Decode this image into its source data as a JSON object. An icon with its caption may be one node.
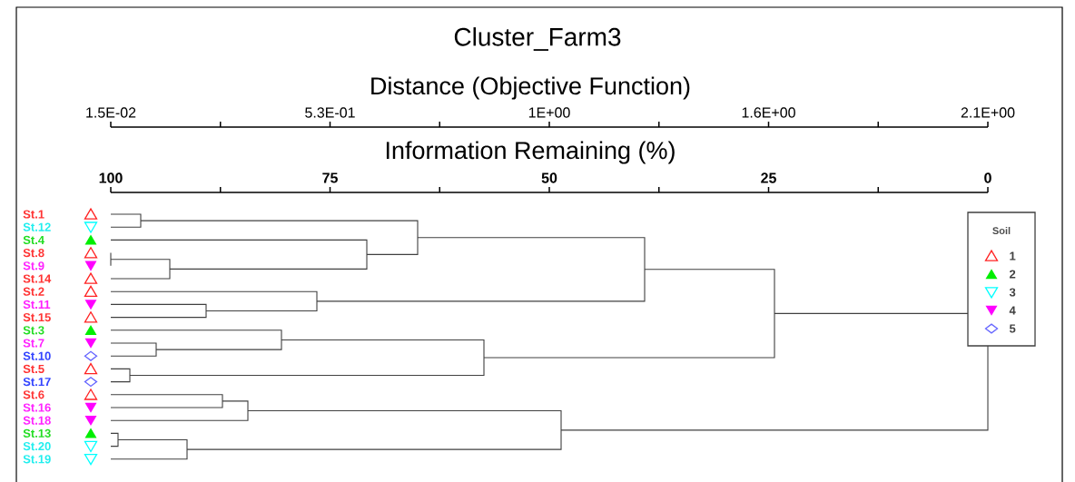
{
  "diagram": {
    "title": "Cluster_Farm3",
    "nodes": [
      {
        "text": [
          "St.1"
        ]
      },
      {
        "text": [
          "St.12"
        ]
      },
      {
        "text": [
          "St.4"
        ]
      },
      {
        "text": [
          "St.8"
        ]
      },
      {
        "text": [
          "St.9"
        ]
      },
      {
        "text": [
          "St.14"
        ]
      },
      {
        "text": [
          "St.2"
        ]
      },
      {
        "text": [
          "St.11"
        ]
      },
      {
        "text": [
          "St.15"
        ]
      },
      {
        "text": [
          "St.3"
        ]
      },
      {
        "text": [
          "St.7"
        ]
      },
      {
        "text": [
          "St.10"
        ]
      },
      {
        "text": [
          "St.5"
        ]
      },
      {
        "text": [
          "St.17"
        ]
      },
      {
        "text": [
          "St.6"
        ]
      },
      {
        "text": [
          "St.16"
        ]
      },
      {
        "text": [
          "St.18"
        ]
      },
      {
        "text": [
          "St.13"
        ]
      },
      {
        "text": [
          "St.20"
        ]
      },
      {
        "text": [
          "St.19"
        ]
      }
    ],
    "labels": [
      "Distance (Objective Function)",
      "1.5E-02",
      "5.3E-01",
      "1E+00",
      "1.6E+00",
      "2.1E+00",
      "Information Remaining (%)",
      "100",
      "75",
      "50",
      "25",
      "0",
      "Soil"
    ],
    "legend": [
      {
        "text": "1"
      },
      {
        "text": "2"
      },
      {
        "text": "3"
      },
      {
        "text": "4"
      },
      {
        "text": "5"
      }
    ]
  }
}
